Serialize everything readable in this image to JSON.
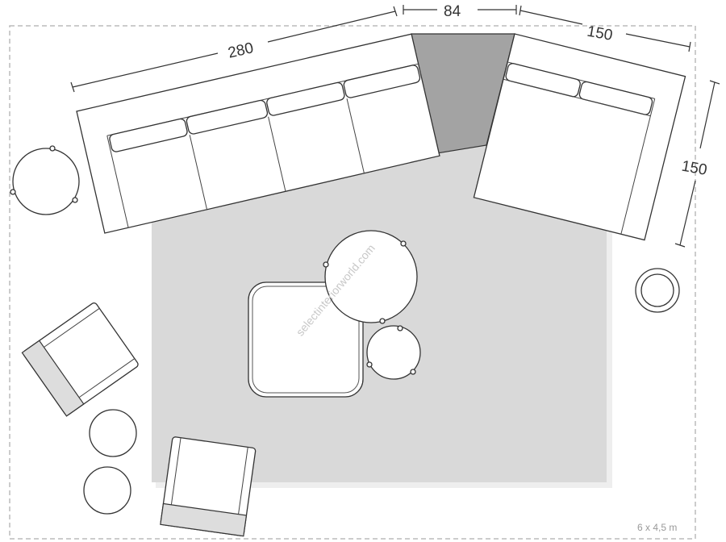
{
  "plan": {
    "room_size": "6 x 4,5 m",
    "watermark": "selectinteriorworld.com",
    "dimensions": {
      "left_sofa_length": "280",
      "corner_gap": "84",
      "right_sofa_length": "150",
      "right_sofa_depth": "150"
    },
    "colors": {
      "rug": "#d9d9d9",
      "corner_wedge": "#a3a3a3",
      "line": "#333333"
    }
  }
}
